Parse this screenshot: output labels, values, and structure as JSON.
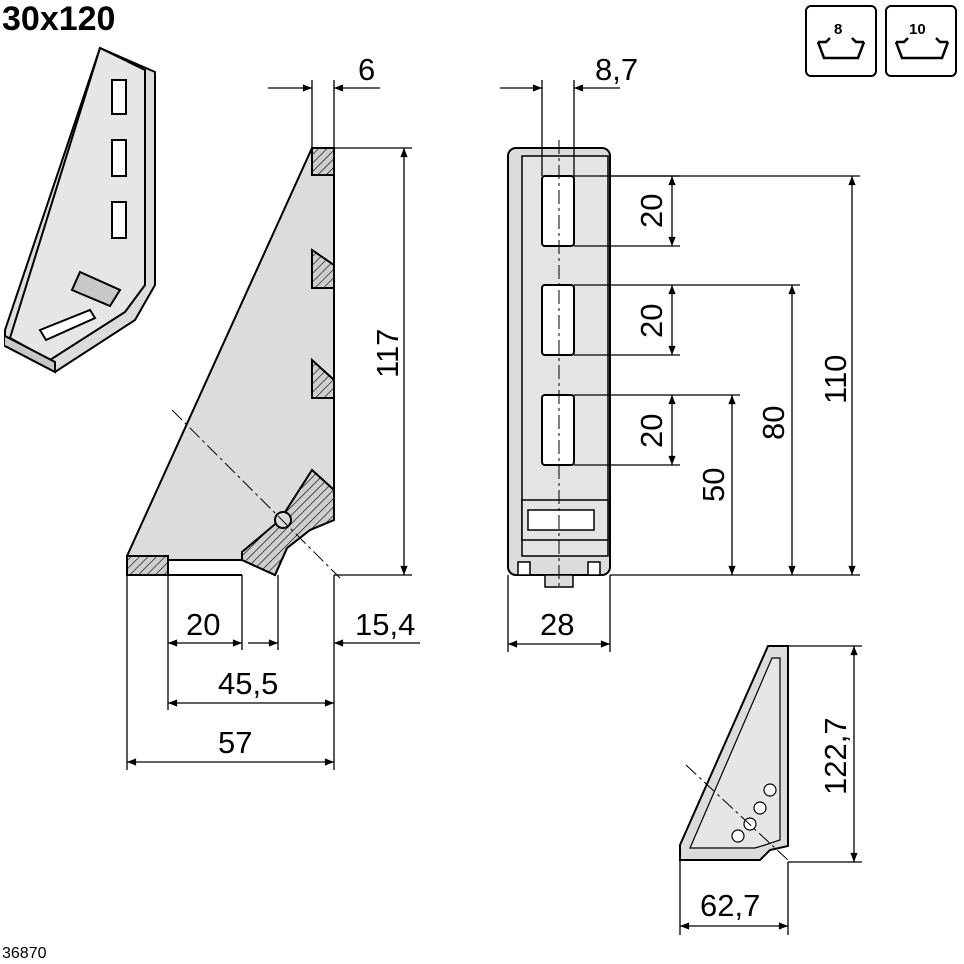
{
  "title": "30x120",
  "drawing_number": "36870",
  "badges": [
    {
      "label": "8"
    },
    {
      "label": "10"
    }
  ],
  "dimensions": {
    "top_width": "6",
    "top_width_front": "8,7",
    "height_117": "117",
    "slot_20_a": "20",
    "slot_20_b": "20",
    "slot_20_c": "20",
    "height_110": "110",
    "height_80": "80",
    "height_50": "50",
    "bottom_20": "20",
    "bottom_15_4": "15,4",
    "bottom_45_5": "45,5",
    "bottom_57": "57",
    "front_width_28": "28",
    "cover_height": "122,7",
    "cover_width": "62,7"
  },
  "colors": {
    "fill": "#dcdcdc",
    "line": "#000000"
  }
}
